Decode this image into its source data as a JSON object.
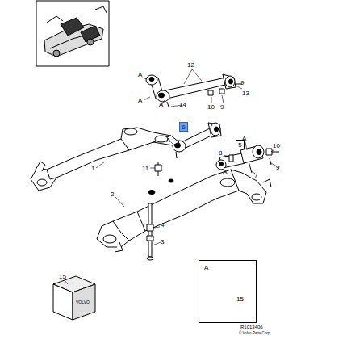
{
  "diagram": {
    "nodes": [
      {
        "text": [
          "6"
        ]
      },
      {
        "text": [
          "5"
        ]
      },
      {
        "text": [
          "A",
          "15"
        ]
      }
    ],
    "labels": [
      "A",
      "12",
      "A",
      "A",
      "14",
      "13",
      "9",
      "10",
      "9",
      "A",
      "A",
      "10",
      "9",
      "8",
      "7",
      "A",
      "11",
      "1",
      "2",
      "4",
      "3",
      "15",
      "VOLVO",
      "R1013406",
      "© Volvo Parts Corp"
    ]
  }
}
